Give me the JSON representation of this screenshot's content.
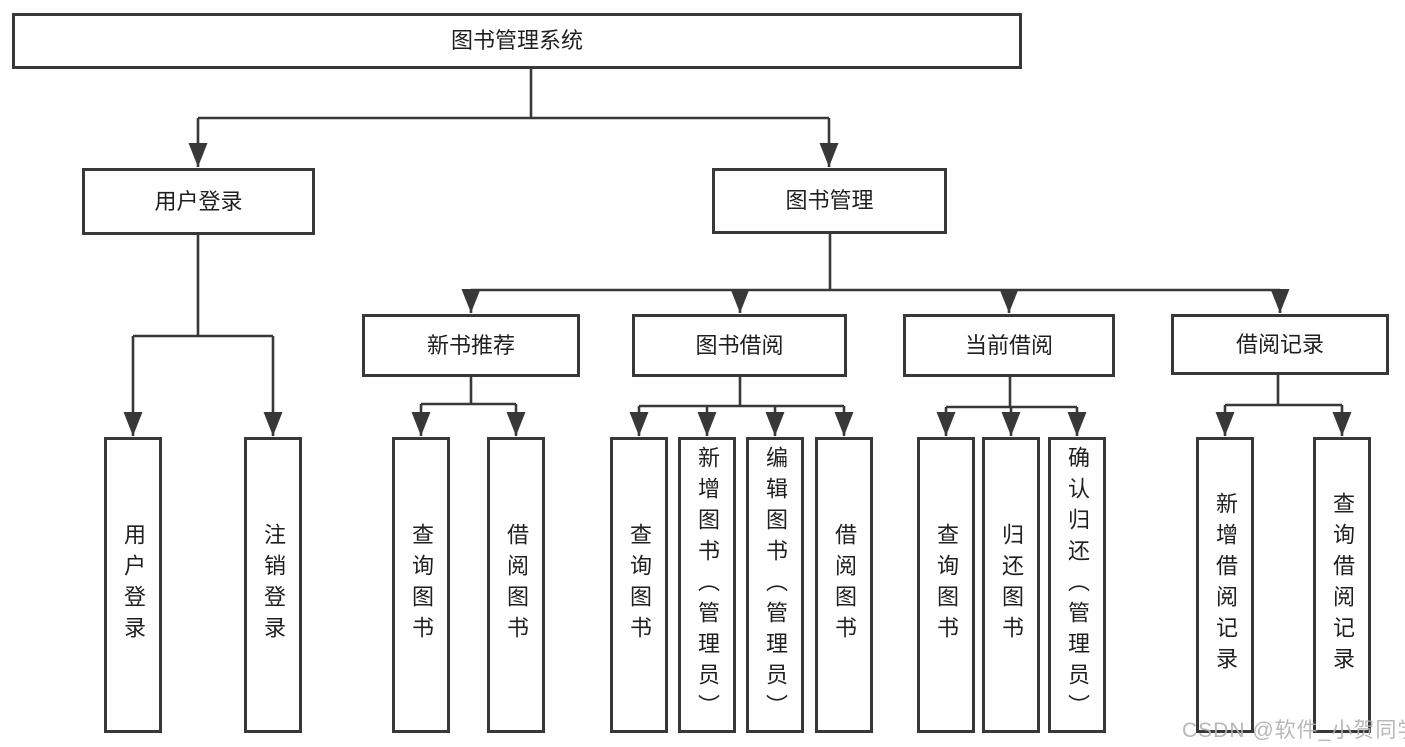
{
  "watermark": "CSDN @软件_小贺同学",
  "colors": {
    "line": "#383838",
    "box_border": "#383838",
    "text": "#1f1f1f",
    "watermark": "#b2b2b2",
    "background": "#ffffff"
  },
  "nodes": {
    "root": "图书管理系统",
    "userLogin": "用户登录",
    "bookMgmt": "图书管理",
    "newBookRec": "新书推荐",
    "bookBorrow": "图书借阅",
    "currentBorrow": "当前借阅",
    "borrowRecords": "借阅记录",
    "leafUserLogin": "用户登录",
    "leafLogout": "注销登录",
    "leafQueryBooksRec": "查询图书",
    "leafBorrowBooksRec": "借阅图书",
    "leafQueryBooksBorrow": "查询图书",
    "leafAddBooks": "新增图书（管理员）",
    "leafEditBooks": "编辑图书（管理员）",
    "leafBorrowBooksBorrow": "借阅图书",
    "leafQueryBooksCurrent": "查询图书",
    "leafReturnBooks": "归还图书",
    "leafConfirmReturn": "确认归还（管理员）",
    "leafAddBorrowRecord": "新增借阅记录",
    "leafQueryBorrowRecord": "查询借阅记录"
  },
  "hierarchy": {
    "图书管理系统": {
      "用户登录": [
        "用户登录",
        "注销登录"
      ],
      "图书管理": {
        "新书推荐": [
          "查询图书",
          "借阅图书"
        ],
        "图书借阅": [
          "查询图书",
          "新增图书（管理员）",
          "编辑图书（管理员）",
          "借阅图书"
        ],
        "当前借阅": [
          "查询图书",
          "归还图书",
          "确认归还（管理员）"
        ],
        "借阅记录": [
          "新增借阅记录",
          "查询借阅记录"
        ]
      }
    }
  }
}
